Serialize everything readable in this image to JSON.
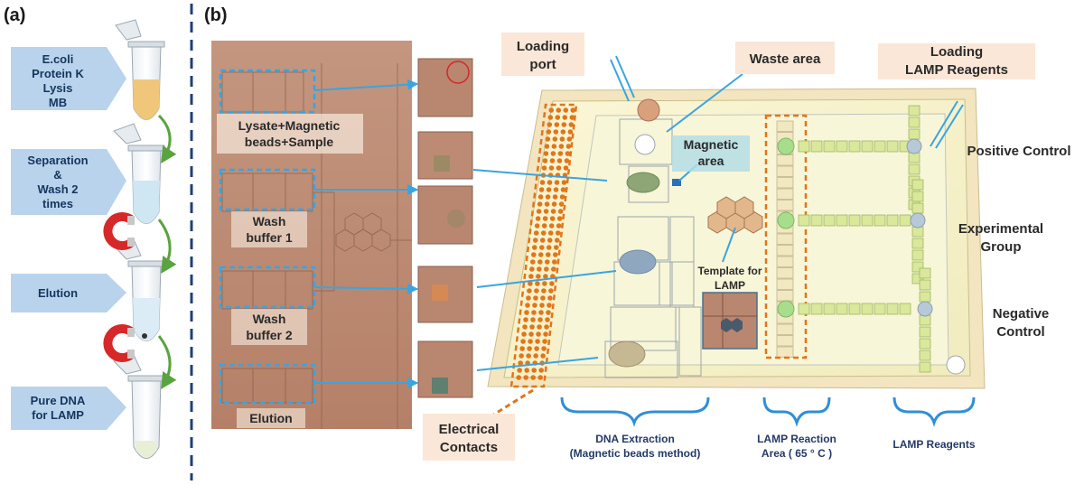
{
  "panel_a": {
    "label": "(a)",
    "steps": [
      {
        "line1": "E.coli",
        "line2": "Protein K",
        "line3": "Lysis",
        "line4": "MB"
      },
      {
        "line1": "Separation",
        "line2": "&",
        "line3": "Wash 2",
        "line4": "times"
      },
      {
        "line1": "Elution"
      },
      {
        "line1": "Pure DNA",
        "line2": "for LAMP"
      }
    ]
  },
  "panel_b": {
    "label": "(b)",
    "photo_labels": {
      "lysate_1": "Lysate+Magnetic",
      "lysate_2": "beads+Sample",
      "wash1_1": "Wash",
      "wash1_2": "buffer 1",
      "wash2_1": "Wash",
      "wash2_2": "buffer 2",
      "elution": "Elution"
    },
    "chip_labels": {
      "loading_port_1": "Loading",
      "loading_port_2": "port",
      "waste_area": "Waste area",
      "loading_lamp_1": "Loading",
      "loading_lamp_2": "LAMP Reagents",
      "magnetic_1": "Magnetic",
      "magnetic_2": "area",
      "template_1": "Template for",
      "template_2": "LAMP",
      "positive": "Positive Control",
      "experimental_1": "Experimental",
      "experimental_2": "Group",
      "negative_1": "Negative",
      "negative_2": "Control",
      "electrical_1": "Electrical",
      "electrical_2": "Contacts"
    },
    "brackets": {
      "dna_1": "DNA Extraction",
      "dna_2": "(Magnetic beads method)",
      "lamp_area_1": "LAMP Reaction",
      "lamp_area_2": "Area ( 65 ° C )",
      "lamp_reagents": "LAMP Reagents"
    }
  },
  "colors": {
    "step_box": "#b9d3ec",
    "photo_bg": "#b88a73",
    "chip_bg": "#f5f2c8",
    "callout_blue": "#3aa4e0",
    "electrode": "#e0761c",
    "lamp_cell": "#d9e89a",
    "divider": "#1f3f78"
  }
}
